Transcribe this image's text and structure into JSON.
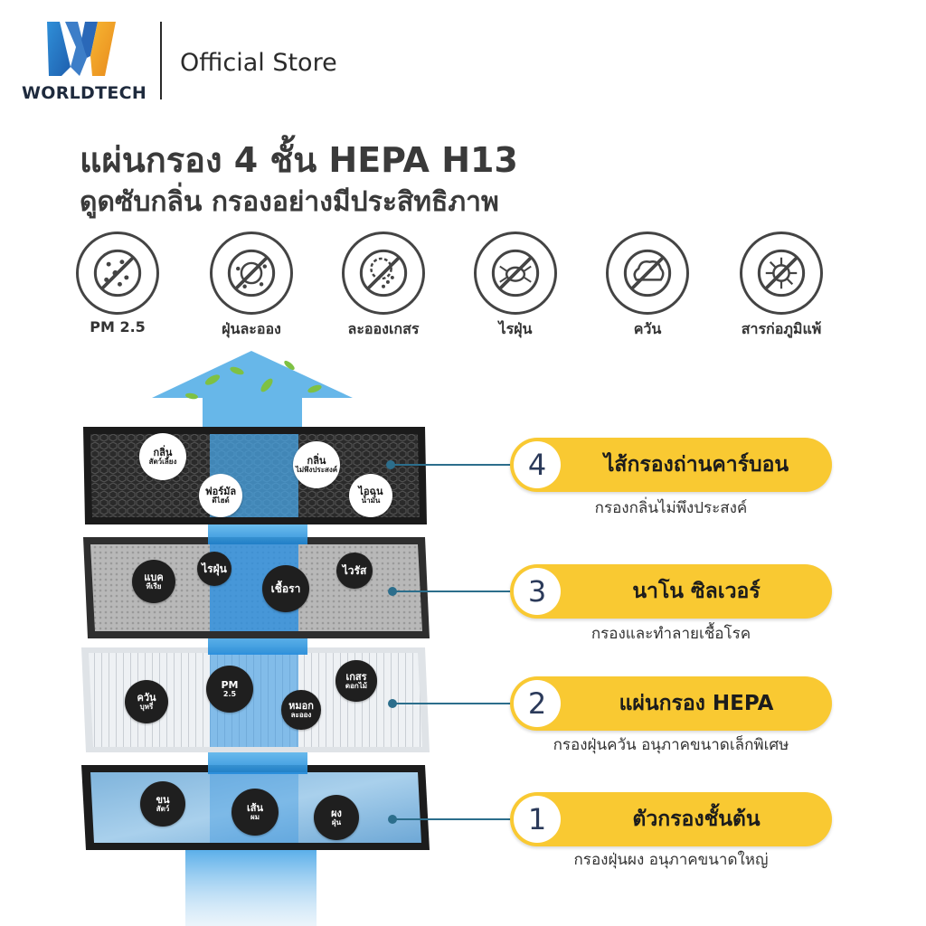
{
  "brand": {
    "name": "WORLDTECH",
    "store": "Official Store",
    "colors": {
      "logo_blue": "#2f8fd8",
      "logo_orange": "#f5a623",
      "accent_yellow": "#f9c932",
      "line": "#2c6e8c"
    }
  },
  "headline": {
    "line1": "แผ่นกรอง 4 ชั้น HEPA H13",
    "line2": "ดูดซับกลิ่น กรองอย่างมีประสิทธิภาพ"
  },
  "features": [
    {
      "icon": "pm25-icon",
      "label": "PM 2.5"
    },
    {
      "icon": "dust-icon",
      "label": "ฝุ่นละออง"
    },
    {
      "icon": "pollen-icon",
      "label": "ละอองเกสร"
    },
    {
      "icon": "dust-mite-icon",
      "label": "ไรฝุ่น"
    },
    {
      "icon": "smoke-icon",
      "label": "ควัน"
    },
    {
      "icon": "allergen-icon",
      "label": "สารก่อภูมิแพ้"
    }
  ],
  "layers": [
    {
      "number": "4",
      "label": "ไส้กรองถ่านคาร์บอน",
      "desc": "กรองกลิ่นไม่พึงประสงค์",
      "tags": [
        {
          "l1": "กลิ่น",
          "l2": "สัตว์เลี้ยง"
        },
        {
          "l1": "ฟอร์มัล",
          "l2": "ดีไฮด์"
        },
        {
          "l1": "กลิ่น",
          "l2": "ไม่พึงประสงค์"
        },
        {
          "l1": "ไอฉุน",
          "l2": "น้ำมัน"
        }
      ]
    },
    {
      "number": "3",
      "label": "นาโน ซิลเวอร์",
      "desc": "กรองและทำลายเชื้อโรค",
      "tags": [
        {
          "l1": "แบค",
          "l2": "ทีเรีย"
        },
        {
          "l1": "ไรฝุ่น",
          "l2": ""
        },
        {
          "l1": "เชื้อรา",
          "l2": ""
        },
        {
          "l1": "ไวรัส",
          "l2": ""
        }
      ]
    },
    {
      "number": "2",
      "label": "แผ่นกรอง HEPA",
      "desc": "กรองฝุ่นควัน อนุภาคขนาดเล็กพิเศษ",
      "tags": [
        {
          "l1": "ควัน",
          "l2": "บุหรี่"
        },
        {
          "l1": "PM",
          "l2": "2.5"
        },
        {
          "l1": "หมอก",
          "l2": "ละออง"
        },
        {
          "l1": "เกสร",
          "l2": "ดอกไม้"
        }
      ]
    },
    {
      "number": "1",
      "label": "ตัวกรองชั้นต้น",
      "desc": "กรองฝุ่นผง อนุภาคขนาดใหญ่",
      "tags": [
        {
          "l1": "ขน",
          "l2": "สัตว์"
        },
        {
          "l1": "เส้น",
          "l2": "ผม"
        },
        {
          "l1": "ผง",
          "l2": "ฝุ่น"
        }
      ]
    }
  ]
}
